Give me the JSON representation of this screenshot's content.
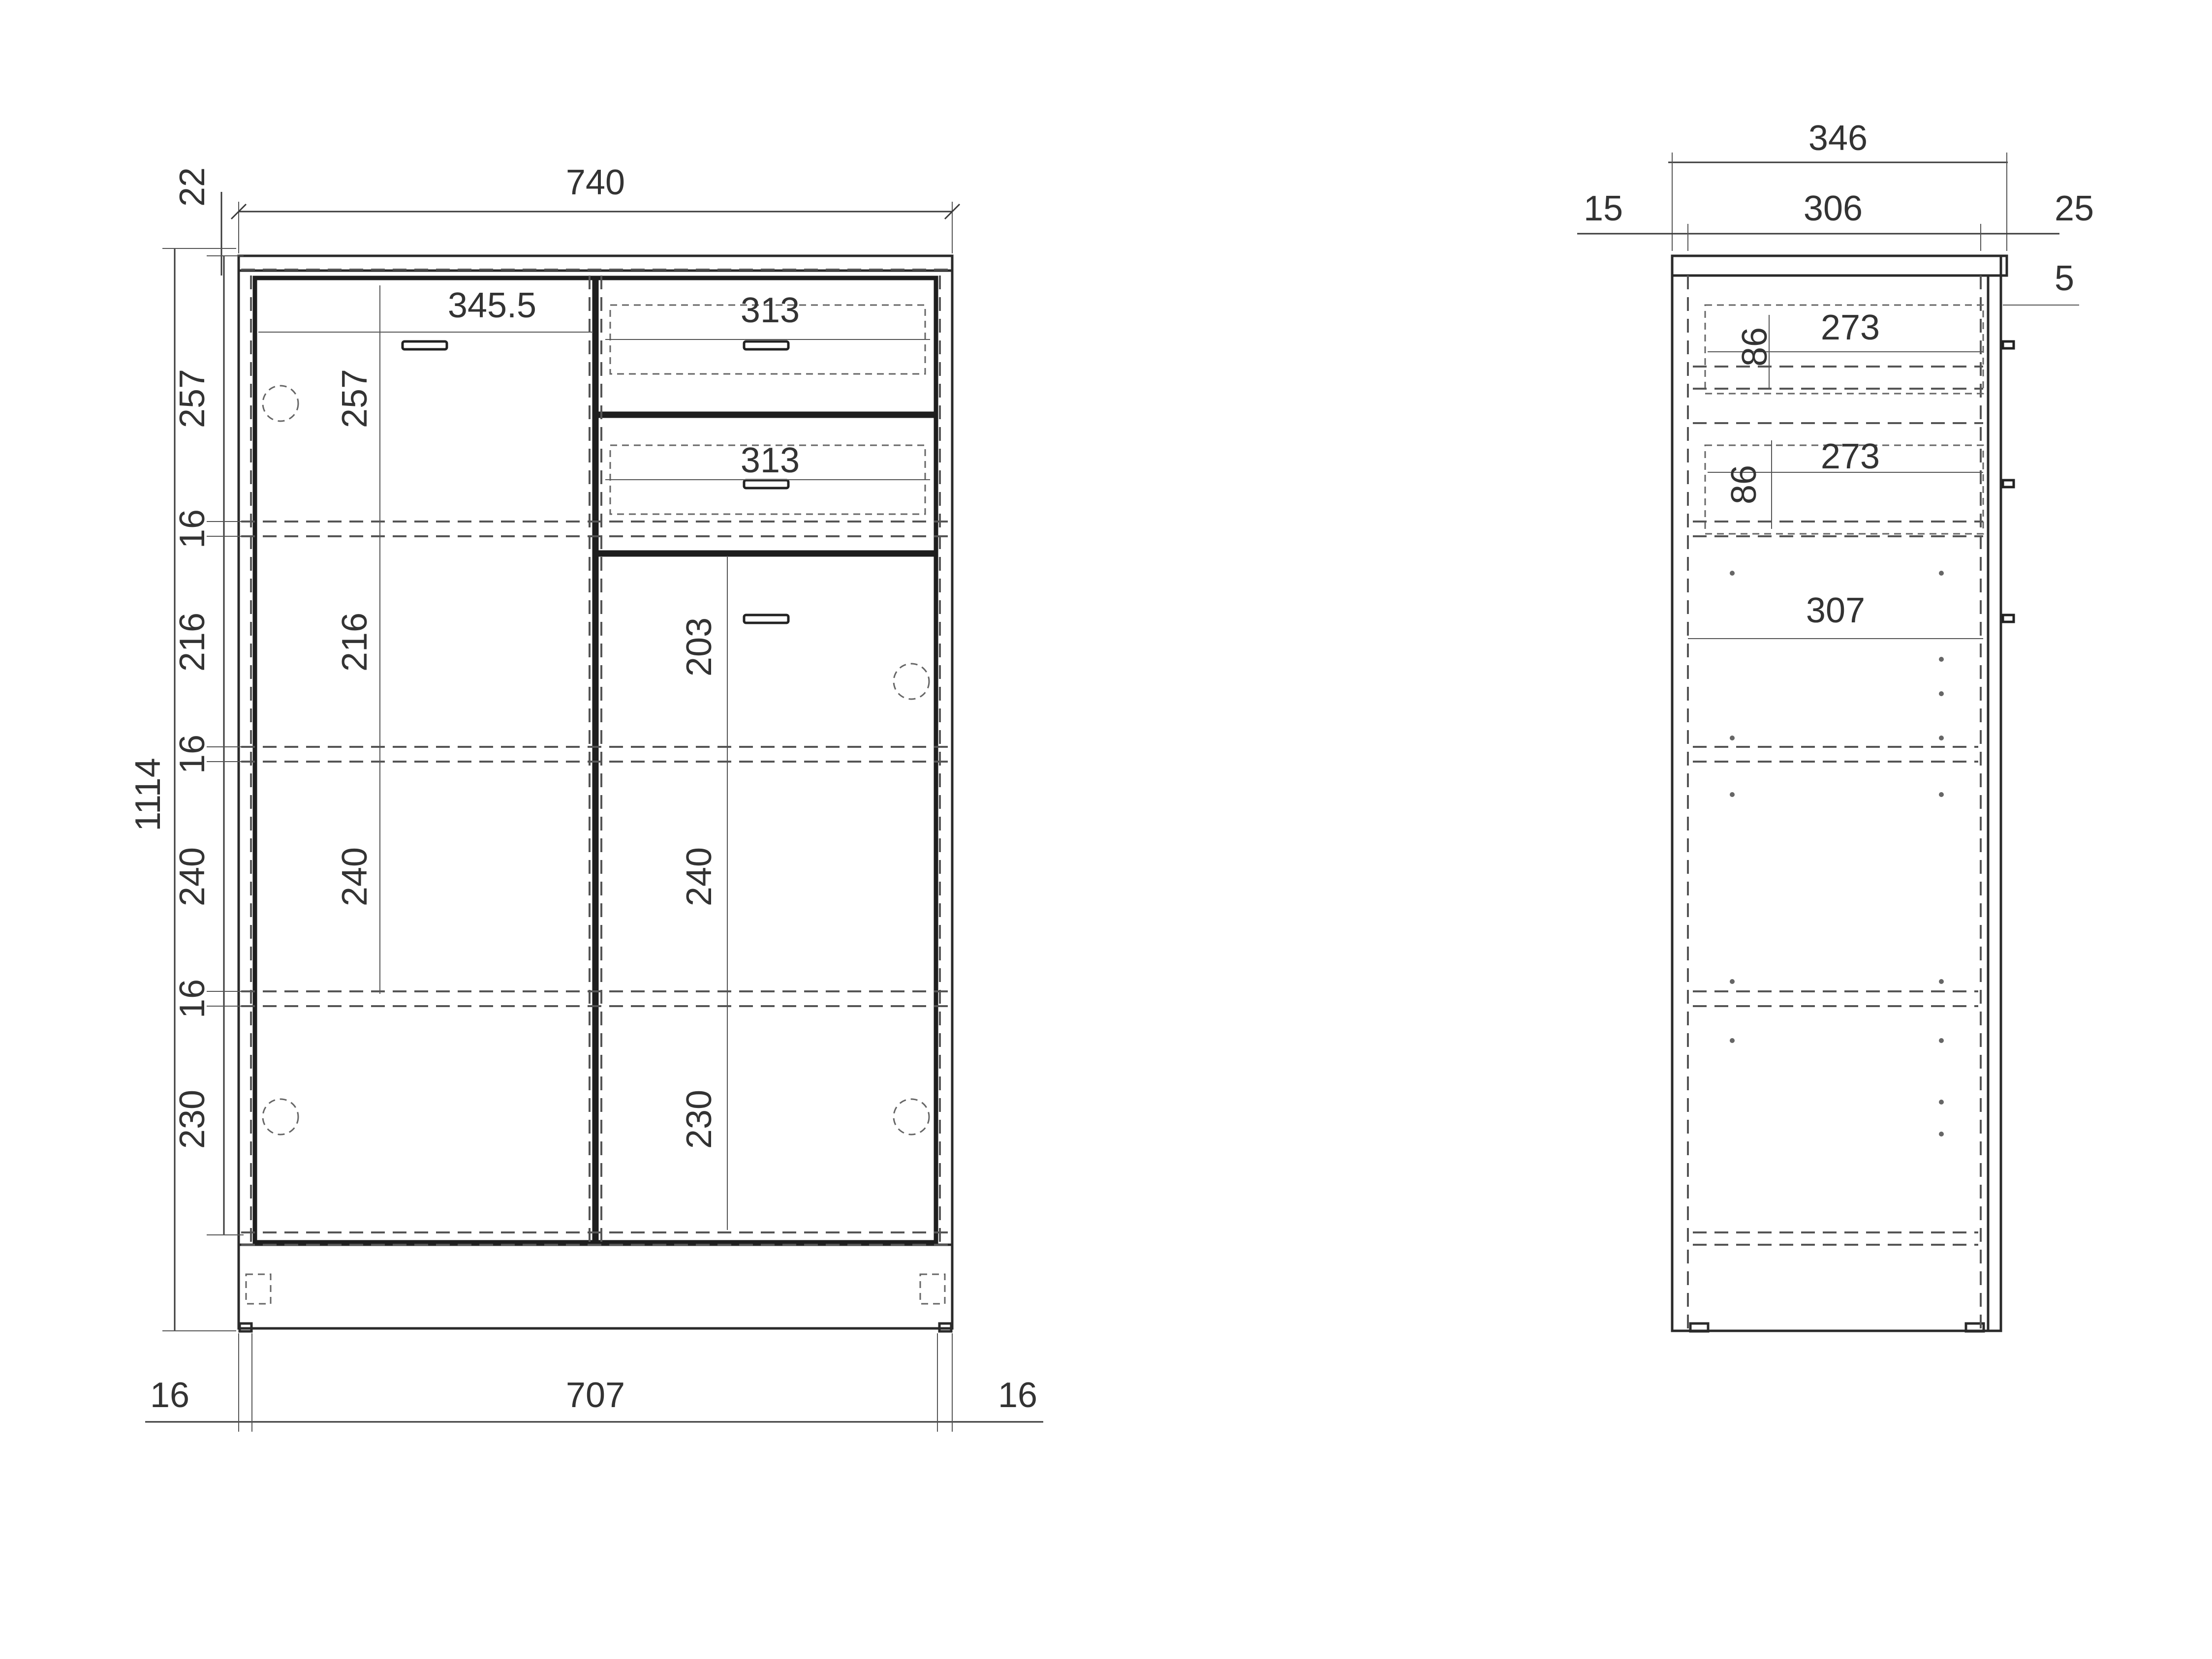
{
  "drawing": {
    "front_view": {
      "overall_width": "740",
      "overall_height": "1114",
      "top_thickness": "22",
      "left_door_width": "345.5",
      "drawer_width_top": "313",
      "drawer_width_bottom": "313",
      "inner_width": "707",
      "side_left": "16",
      "side_right": "16",
      "left_stack": [
        "257",
        "16",
        "216",
        "16",
        "240",
        "16",
        "230"
      ],
      "left_door_heights": [
        "257",
        "216",
        "240"
      ],
      "right_door_heights": [
        "203",
        "240",
        "230"
      ]
    },
    "side_view": {
      "overall_depth": "346",
      "inner_depth": "306",
      "back_offset": "15",
      "front_offset": "25",
      "front_gap": "5",
      "drawer_depth_top": "273",
      "drawer_depth_bottom": "273",
      "drawer_height_top": "86",
      "drawer_height_bottom": "86",
      "shelf_depth": "307"
    }
  },
  "colors": {
    "line": "#3a3a3a",
    "background": "#ffffff"
  }
}
